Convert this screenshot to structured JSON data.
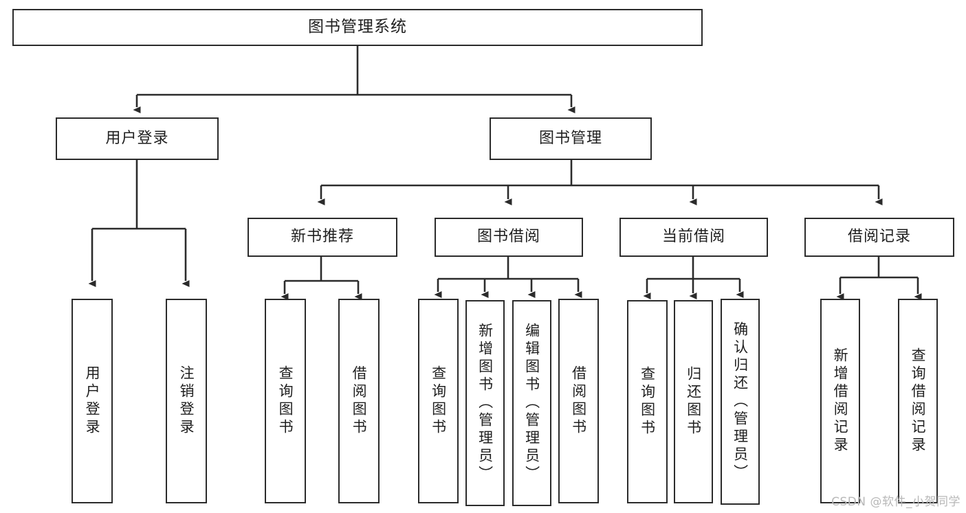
{
  "diagram": {
    "title": "图书管理系统",
    "type": "tree-hierarchy-diagram",
    "root": {
      "label": "图书管理系统"
    },
    "level2": [
      {
        "label": "用户登录"
      },
      {
        "label": "图书管理"
      }
    ],
    "level3": [
      {
        "label": "新书推荐"
      },
      {
        "label": "图书借阅"
      },
      {
        "label": "当前借阅"
      },
      {
        "label": "借阅记录"
      }
    ],
    "leaves": {
      "user_login": [
        {
          "label": "用户登录"
        },
        {
          "label": "注销登录"
        }
      ],
      "new_book_recommend": [
        {
          "label": "查询图书"
        },
        {
          "label": "借阅图书"
        }
      ],
      "book_borrow": [
        {
          "label": "查询图书"
        },
        {
          "label": "新增图书（管理员）"
        },
        {
          "label": "编辑图书（管理员）"
        },
        {
          "label": "借阅图书"
        }
      ],
      "current_borrow": [
        {
          "label": "查询图书"
        },
        {
          "label": "归还图书"
        },
        {
          "label": "确认归还（管理员）"
        }
      ],
      "borrow_record": [
        {
          "label": "新增借阅记录"
        },
        {
          "label": "查询借阅记录"
        }
      ]
    }
  },
  "watermark": {
    "text": "CSDN @软件_小贺同学"
  },
  "colors": {
    "stroke": "#2b2b2b",
    "background": "#ffffff",
    "text": "#1f1f1f",
    "watermark": "#b8b8b8"
  }
}
